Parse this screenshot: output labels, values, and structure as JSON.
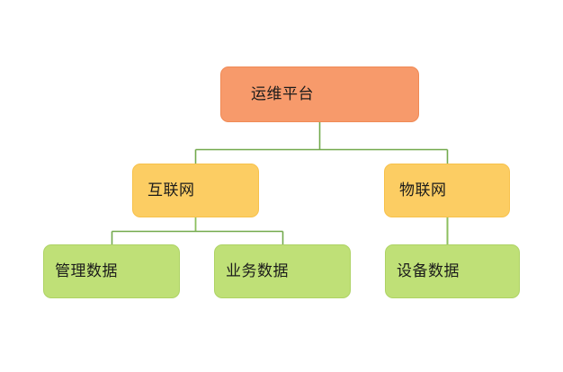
{
  "diagram": {
    "type": "tree",
    "title": "",
    "background_color": "#FFFFFF",
    "edge_color": "#72A94C",
    "nodes": [
      {
        "id": "root",
        "label": "运维平台",
        "level": 1,
        "fill": "#F79A6B",
        "border": "#F08A55",
        "text_color": "#1B1B1B"
      },
      {
        "id": "internet",
        "label": "互联网",
        "level": 2,
        "fill": "#FCCD63",
        "border": "#F7C14B",
        "text_color": "#1B1B1B"
      },
      {
        "id": "iot",
        "label": "物联网",
        "level": 2,
        "fill": "#FCCD63",
        "border": "#F7C14B",
        "text_color": "#1B1B1B"
      },
      {
        "id": "mgmt-data",
        "label": "管理数据",
        "level": 3,
        "fill": "#BFE077",
        "border": "#AED365",
        "text_color": "#1B1B1B"
      },
      {
        "id": "biz-data",
        "label": "业务数据",
        "level": 3,
        "fill": "#BFE077",
        "border": "#AED365",
        "text_color": "#1B1B1B"
      },
      {
        "id": "device-data",
        "label": "设备数据",
        "level": 3,
        "fill": "#BFE077",
        "border": "#AED365",
        "text_color": "#1B1B1B"
      }
    ],
    "edges": [
      {
        "from": "root",
        "to": "internet"
      },
      {
        "from": "root",
        "to": "iot"
      },
      {
        "from": "internet",
        "to": "mgmt-data"
      },
      {
        "from": "internet",
        "to": "biz-data"
      },
      {
        "from": "iot",
        "to": "device-data"
      }
    ]
  }
}
